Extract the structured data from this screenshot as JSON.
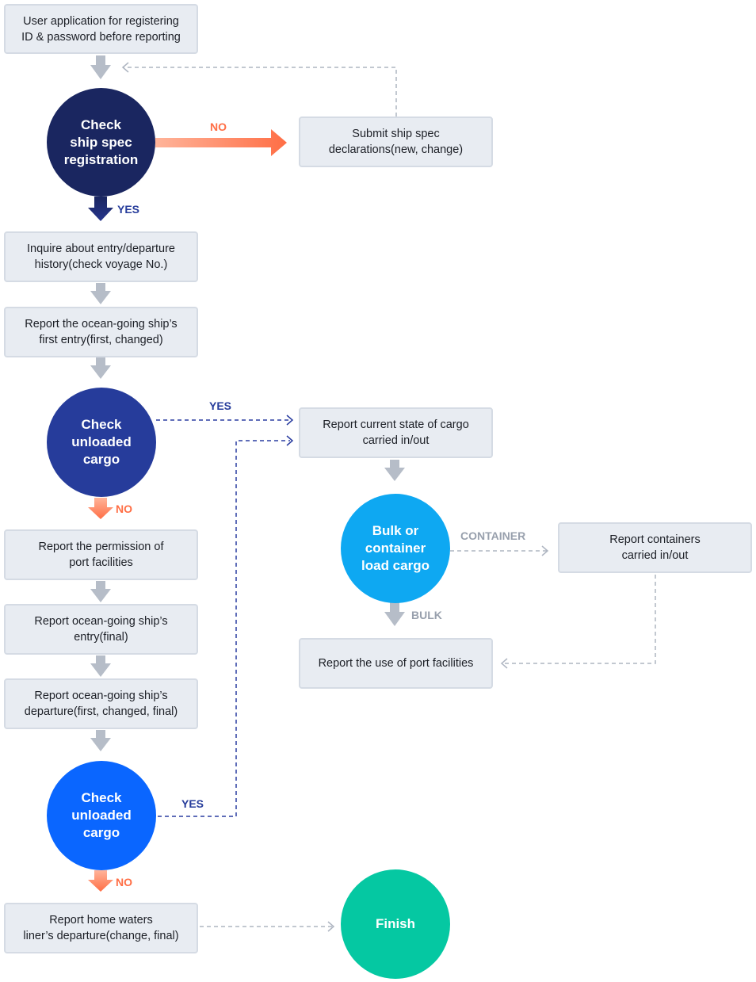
{
  "boxes": {
    "user_application": "User application for registering\nID & password before reporting",
    "submit_ship_spec": "Submit ship spec\ndeclarations(new, change)",
    "inquire_history": "Inquire about entry/departure\nhistory(check voyage No.)",
    "first_entry": "Report the ocean-going ship’s\nfirst entry(first, changed)",
    "cargo_state": "Report current state of cargo\ncarried in/out",
    "permission_port": "Report the permission of\nport facilities",
    "entry_final": "Report ocean-going ship’s\nentry(final)",
    "containers": "Report containers\ncarried in/out",
    "departure": "Report ocean-going ship’s\ndeparture(first, changed, final)",
    "use_port": "Report the use of port facilities",
    "home_waters": "Report home waters\nliner’s departure(change, final)"
  },
  "decisions": {
    "ship_spec": "Check\nship spec\nregistration",
    "unloaded_1": "Check\nunloaded\ncargo",
    "bulk_container": "Bulk or\ncontainer\nload cargo",
    "unloaded_2": "Check\nunloaded\ncargo",
    "finish": "Finish"
  },
  "labels": {
    "no_spec": "NO",
    "yes_spec": "YES",
    "yes_unloaded_1": "YES",
    "no_unloaded_1": "NO",
    "container": "CONTAINER",
    "bulk": "BULK",
    "yes_unloaded_2": "YES",
    "no_unloaded_2": "NO"
  },
  "colors": {
    "navy": "#1a2660",
    "royal": "#263c9b",
    "blue": "#0a66ff",
    "sky": "#0ea8f2",
    "teal": "#05c8a2",
    "orange": "#ff6e45",
    "gray_arrow": "#b6bdc8",
    "dashed_gray": "#aeb5c1",
    "dashed_blue": "#2a3da0"
  }
}
